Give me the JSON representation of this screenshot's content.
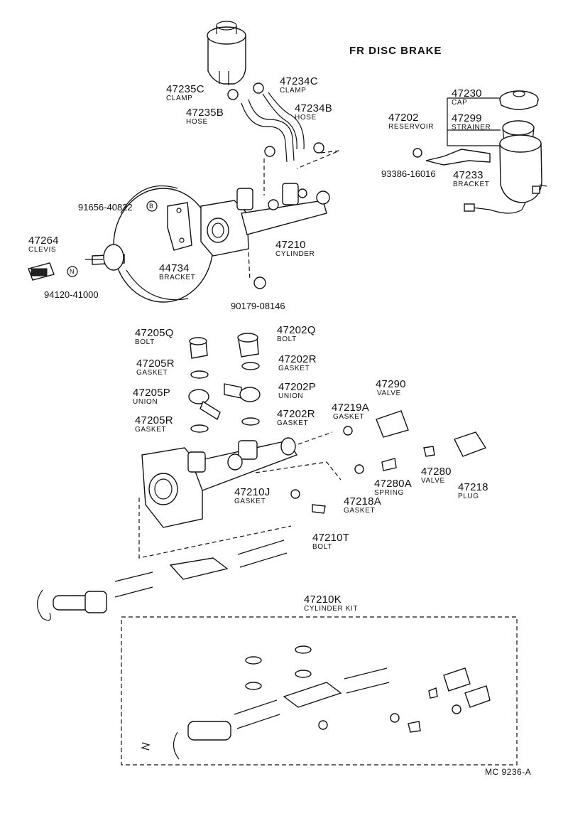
{
  "title": "FR DISC BRAKE",
  "drawing_code": "MC 9236-A",
  "labels": {
    "p47235C": {
      "no": "47235C",
      "name": "CLAMP"
    },
    "p47234C": {
      "no": "47234C",
      "name": "CLAMP"
    },
    "p47235B": {
      "no": "47235B",
      "name": "HOSE"
    },
    "p47234B": {
      "no": "47234B",
      "name": "HOSE"
    },
    "p47230": {
      "no": "47230",
      "name": "CAP"
    },
    "p47202": {
      "no": "47202",
      "name": "RESERVOIR"
    },
    "p47299": {
      "no": "47299",
      "name": "STRAINER"
    },
    "p93386": {
      "no": "93386-16016"
    },
    "p47233": {
      "no": "47233",
      "name": "BRACKET"
    },
    "p91656": {
      "no": "91656-40822"
    },
    "p47264": {
      "no": "47264",
      "name": "CLEVIS"
    },
    "p44734": {
      "no": "44734",
      "name": "BRACKET"
    },
    "p47210": {
      "no": "47210",
      "name": "CYLINDER"
    },
    "p94120": {
      "no": "94120-41000"
    },
    "p90179": {
      "no": "90179-08146"
    },
    "p47205Q": {
      "no": "47205Q",
      "name": "BOLT"
    },
    "p47202Q": {
      "no": "47202Q",
      "name": "BOLT"
    },
    "p47205R_1": {
      "no": "47205R",
      "name": "GASKET"
    },
    "p47202R_1": {
      "no": "47202R",
      "name": "GASKET"
    },
    "p47205P": {
      "no": "47205P",
      "name": "UNION"
    },
    "p47202P": {
      "no": "47202P",
      "name": "UNION"
    },
    "p47205R_2": {
      "no": "47205R",
      "name": "GASKET"
    },
    "p47202R_2": {
      "no": "47202R",
      "name": "GASKET"
    },
    "p47290": {
      "no": "47290",
      "name": "VALVE"
    },
    "p47219A": {
      "no": "47219A",
      "name": "GASKET"
    },
    "p47280A": {
      "no": "47280A",
      "name": "SPRING"
    },
    "p47280": {
      "no": "47280",
      "name": "VALVE"
    },
    "p47218": {
      "no": "47218",
      "name": "PLUG"
    },
    "p47210J": {
      "no": "47210J",
      "name": "GASKET"
    },
    "p47218A": {
      "no": "47218A",
      "name": "GASKET"
    },
    "p47210T": {
      "no": "47210T",
      "name": "BOLT"
    },
    "p47210K": {
      "no": "47210K",
      "name": "CYLINDER KIT"
    }
  },
  "callouts": {
    "b": "B",
    "n": "N"
  }
}
